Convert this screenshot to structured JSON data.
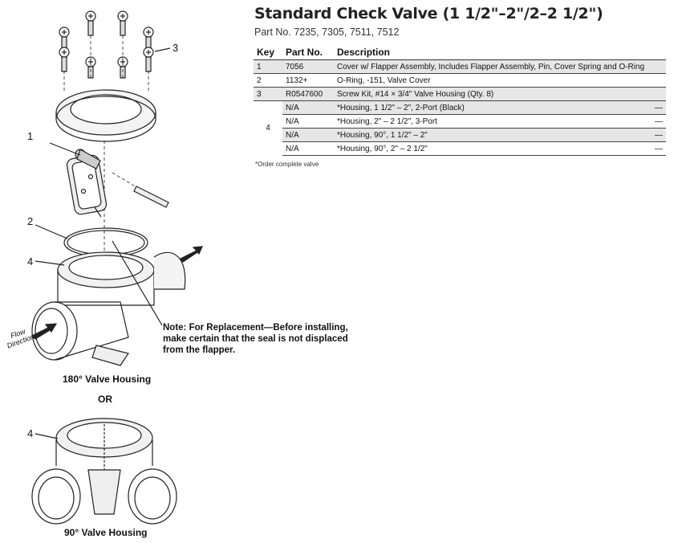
{
  "header": {
    "title": "Standard Check Valve (1 1/2\"–2\"/2–2 1/2\")",
    "part_numbers": "Part No. 7235, 7305, 7511, 7512"
  },
  "table": {
    "columns": [
      "Key",
      "Part No.",
      "Description"
    ],
    "rows": [
      {
        "key": "1",
        "part": "7056",
        "desc": "Cover w/ Flapper Assembly, Includes Flapper Assembly, Pin, Cover Spring and O-Ring",
        "dash": ""
      },
      {
        "key": "2",
        "part": "1132+",
        "desc": "O-Ring, -151, Valve Cover",
        "dash": ""
      },
      {
        "key": "3",
        "part": "R0547600",
        "desc": "Screw Kit, #14 × 3/4\" Valve Housing (Qty. 8)",
        "dash": ""
      },
      {
        "key": "4",
        "part": "N/A",
        "desc": "*Housing, 1 1/2\" – 2\", 2-Port (Black)",
        "dash": "—"
      },
      {
        "key": "",
        "part": "N/A",
        "desc": "*Housing, 2\" – 2 1/2\", 3-Port",
        "dash": "—"
      },
      {
        "key": "",
        "part": "N/A",
        "desc": "*Housing, 90°, 1 1/2\" – 2\"",
        "dash": "—"
      },
      {
        "key": "",
        "part": "N/A",
        "desc": "*Housing, 90°, 2\" – 2 1/2\"",
        "dash": "—"
      }
    ],
    "footnote": "*Order complete valve"
  },
  "diagram": {
    "callouts": {
      "c1": "1",
      "c2": "2",
      "c3": "3",
      "c4a": "4",
      "c4b": "4"
    },
    "note": "Note: For Replacement—Before installing, make certain that the seal is not displaced from the flapper.",
    "flow_label": "Flow Direction",
    "caption_180": "180° Valve Housing",
    "or_label": "OR",
    "caption_90": "90° Valve Housing"
  }
}
